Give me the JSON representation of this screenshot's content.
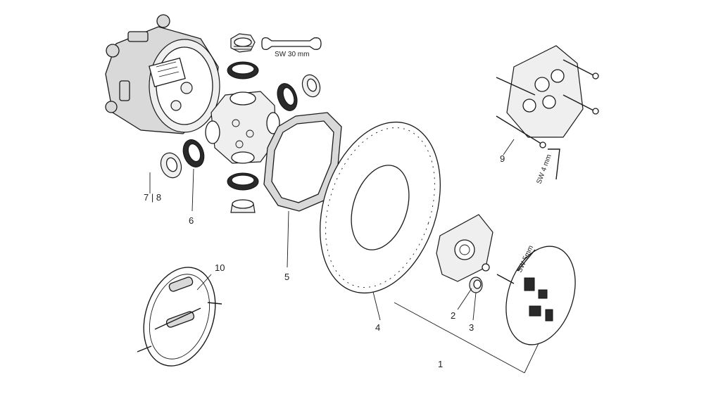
{
  "labels": {
    "p1": "1",
    "p2": "2",
    "p3": "3",
    "p4": "4",
    "p5": "5",
    "p6": "6",
    "p78": "7 | 8",
    "p9": "9",
    "p10": "10"
  },
  "tools": {
    "wrench": "SW 30 mm",
    "hex_key_4": "SW 4 mm",
    "hex_key_5": "SW 5mm"
  }
}
